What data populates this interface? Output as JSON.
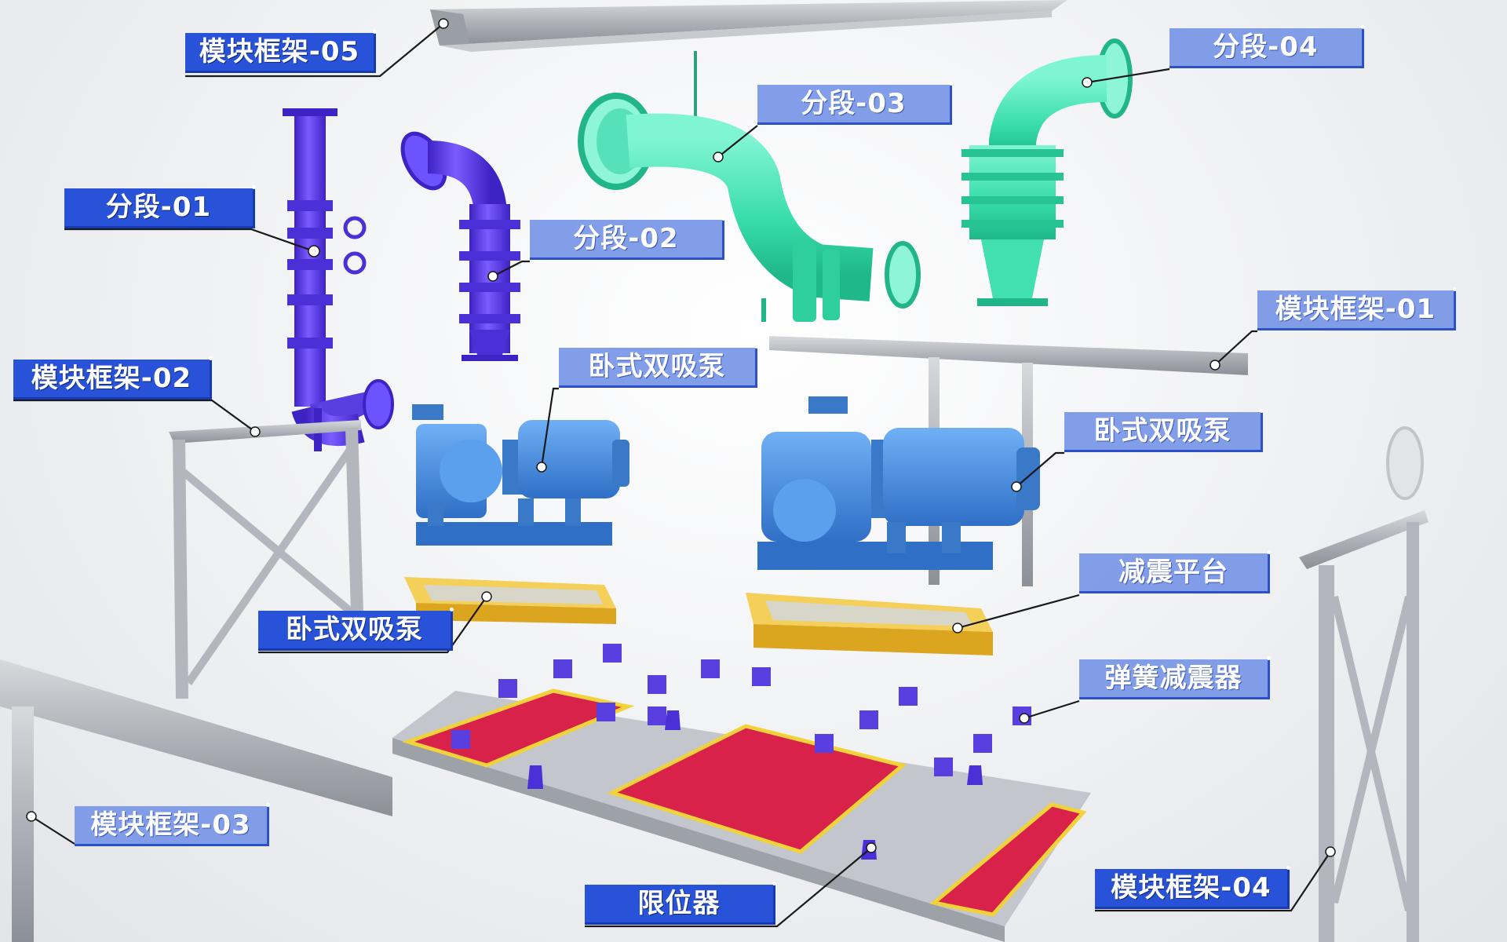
{
  "labels": {
    "frame05": "模块框架-05",
    "seg01": "分段-01",
    "seg02": "分段-02",
    "seg03": "分段-03",
    "seg04": "分段-04",
    "frame01": "模块框架-01",
    "frame02": "模块框架-02",
    "pump_a": "卧式双吸泵",
    "pump_b": "卧式双吸泵",
    "pump_c": "卧式双吸泵",
    "platform": "减震平台",
    "spring": "弹簧减震器",
    "frame03": "模块框架-03",
    "stop": "限位器",
    "frame04": "模块框架-04"
  },
  "colors": {
    "label_light": "#7896e6",
    "label_dark": "#2853d8",
    "pipe_purple": "#5a3fe0",
    "pipe_green": "#3fe3b2",
    "pump_blue": "#4a8fe0",
    "platform_yellow": "#f2c12e",
    "deck_red": "#d9224a",
    "steel_gray": "#b9bcc2"
  }
}
